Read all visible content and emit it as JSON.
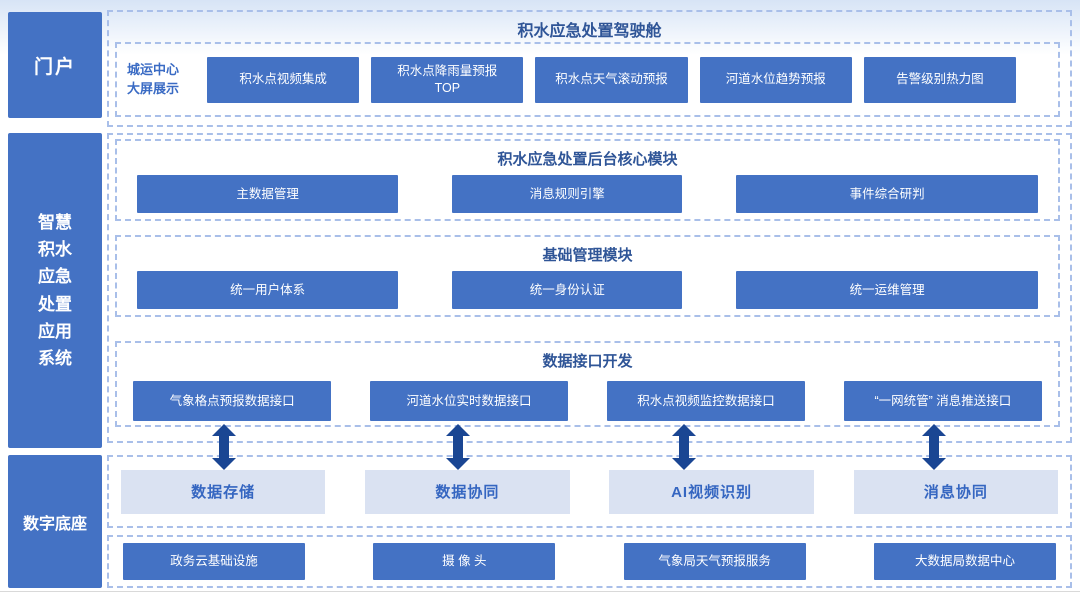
{
  "colors": {
    "primary_blue": "#4472c4",
    "dark_title_blue": "#2f5597",
    "label_blue": "#3a6bc4",
    "light_box_bg": "#dae2f2",
    "light_box_text": "#3566c1",
    "arrow_navy": "#1a4693",
    "dashed_border": "#a9bfe9"
  },
  "sidebar": {
    "portal_label": "门户",
    "system_lines": [
      "智慧",
      "积水",
      "应急",
      "处置",
      "应用",
      "系统"
    ],
    "base_label": "数字底座"
  },
  "dashboard": {
    "title": "积水应急处置驾驶舱",
    "screen_label_line1": "城运中心",
    "screen_label_line2": "大屏展示",
    "buttons": [
      {
        "l1": "积水点视频集成",
        "l2": ""
      },
      {
        "l1": "积水点降雨量预报",
        "l2": "TOP"
      },
      {
        "l1": "积水点天气滚动预报",
        "l2": ""
      },
      {
        "l1": "河道水位趋势预报",
        "l2": ""
      },
      {
        "l1": "告警级别热力图",
        "l2": ""
      }
    ]
  },
  "core_module": {
    "title": "积水应急处置后台核心模块",
    "buttons": [
      "主数据管理",
      "消息规则引擎",
      "事件综合研判"
    ]
  },
  "basic_module": {
    "title": "基础管理模块",
    "buttons": [
      "统一用户体系",
      "统一身份认证",
      "统一运维管理"
    ]
  },
  "interface_module": {
    "title": "数据接口开发",
    "buttons": [
      "气象格点预报数据接口",
      "河道水位实时数据接口",
      "积水点视频监控数据接口",
      "“一网统管” 消息推送接口"
    ]
  },
  "platform_layer": {
    "boxes": [
      "数据存储",
      "数据协同",
      "AI视频识别",
      "消息协同"
    ]
  },
  "infrastructure_layer": {
    "boxes": [
      "政务云基础设施",
      "摄 像 头",
      "气象局天气预报服务",
      "大数据局数据中心"
    ]
  }
}
